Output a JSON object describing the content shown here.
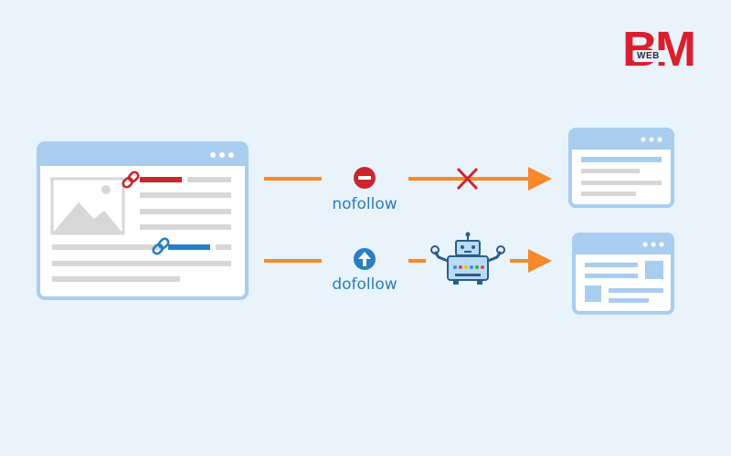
{
  "logo": {
    "text": "BM",
    "subtext": "WEB",
    "brand_color": "#d91f2e"
  },
  "flows": [
    {
      "label": "nofollow",
      "icon": "minus-circle-icon",
      "status": "blocked",
      "color": "#c9262e"
    },
    {
      "label": "dofollow",
      "icon": "up-arrow-circle-icon",
      "status": "crawled",
      "color": "#2a7dc2"
    }
  ],
  "colors": {
    "background": "#e9f3fc",
    "window_border": "#a9cdef",
    "window_fill": "#ffffff",
    "arrow": "#f5892b",
    "placeholder_gray": "#d7d7d7",
    "placeholder_blue": "#a9cdef"
  }
}
